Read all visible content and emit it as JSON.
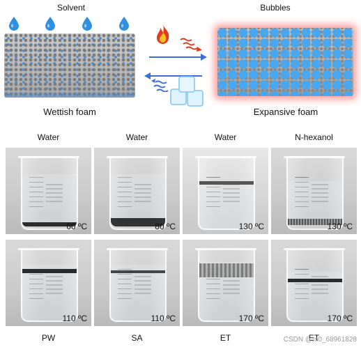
{
  "schematic": {
    "solvent_label": "Solvent",
    "bubbles_label": "Bubbles",
    "wettish_label": "Wettish foam",
    "expansive_label": "Expansive foam"
  },
  "column_headers": [
    "Water",
    "Water",
    "Water",
    "N-hexanol"
  ],
  "top_row": [
    {
      "temp": "60 ºC",
      "sediment": "bottom"
    },
    {
      "temp": "80 ºC",
      "sediment": "bottom"
    },
    {
      "temp": "130 ºC",
      "sediment": "surface"
    },
    {
      "temp": "130 ºC",
      "sediment": "bottom"
    }
  ],
  "bottom_row": [
    {
      "temp": "110 ºC",
      "material": "PW"
    },
    {
      "temp": "110 ºC",
      "material": "SA"
    },
    {
      "temp": "170 ºC",
      "material": "ET"
    },
    {
      "temp": "170 ºC",
      "material": "ET"
    }
  ],
  "watermark": "CSDN @m0_68961828",
  "colors": {
    "solvent_blue": "#2f8fe0",
    "bubble_blue": "#49a7ef",
    "glow_red": "#ff5050",
    "arrow_blue": "#3d6ed6"
  },
  "icons": [
    "water-drop-icon",
    "flame-icon",
    "heat-waves-icon",
    "ice-cubes-icon",
    "cold-waves-icon"
  ]
}
